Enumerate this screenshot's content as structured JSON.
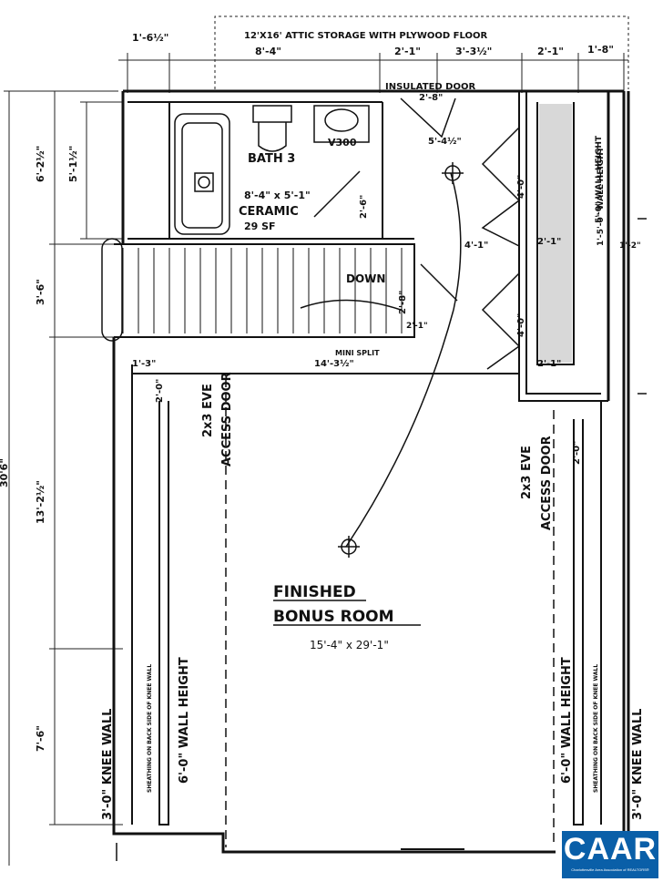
{
  "attic": {
    "title": "12'X16' ATTIC STORAGE WITH PLYWOOD FLOOR",
    "insulated_door": "INSULATED DOOR"
  },
  "top_dims": [
    "1'-6½\"",
    "8'-4\"",
    "2'-1\"",
    "3'-3½\"",
    "2'-1\"",
    "1'-8\""
  ],
  "left_dims": [
    "6'-2½\"",
    "5'-1½\"",
    "3'-6\"",
    "13'-2½\"",
    "7'-6\"",
    "30'6\""
  ],
  "bath": {
    "name": "BATH 3",
    "size": "8'-4\" x 5'-1\"",
    "floor": "CERAMIC",
    "area": "29 SF",
    "vanity": "V300"
  },
  "stairs": {
    "label": "DOWN",
    "mini_split": "MINI SPLIT"
  },
  "interior_dims": [
    "2'-8\"",
    "5'-4½\"",
    "2'-6\"",
    "4'-0\"",
    "4'-1\"",
    "2'-1\"",
    "1'-5'-0\" WALL HEIGHT",
    "4'-0\"",
    "2'-1\"",
    "14'-3½\"",
    "1'-3\"",
    "2'-0\"",
    "2'-0\"",
    "1'-2\"",
    "2'-8\"",
    "2'-1\""
  ],
  "eve_doors": {
    "left_line1": "2x3 EVE",
    "left_line2": "ACCESS DOOR",
    "right_line1": "2x3 EVE",
    "right_line2": "ACCESS DOOR"
  },
  "room": {
    "name_line1": "FINISHED",
    "name_line2": "BONUS ROOM",
    "size": "15'-4\" x 29'-1\""
  },
  "walls": {
    "knee_left": "3'-0\" KNEE WALL",
    "sheathing_left": "SHEATHING ON BACK SIDE OF KNEE WALL",
    "height_left": "6'-0\" WALL HEIGHT",
    "height_right": "6'-0\" WALL HEIGHT",
    "sheathing_right": "SHEATHING ON BACK SIDE OF KNEE WALL",
    "knee_right": "3'-0\" KNEE WALL",
    "wall_height_top_right": "5'-0\" WALL HEIGHT"
  },
  "logo": {
    "text": "CAAR",
    "tagline": "Charlottesville Area Association of REALTORS®",
    "color": "#0a5fa8"
  }
}
